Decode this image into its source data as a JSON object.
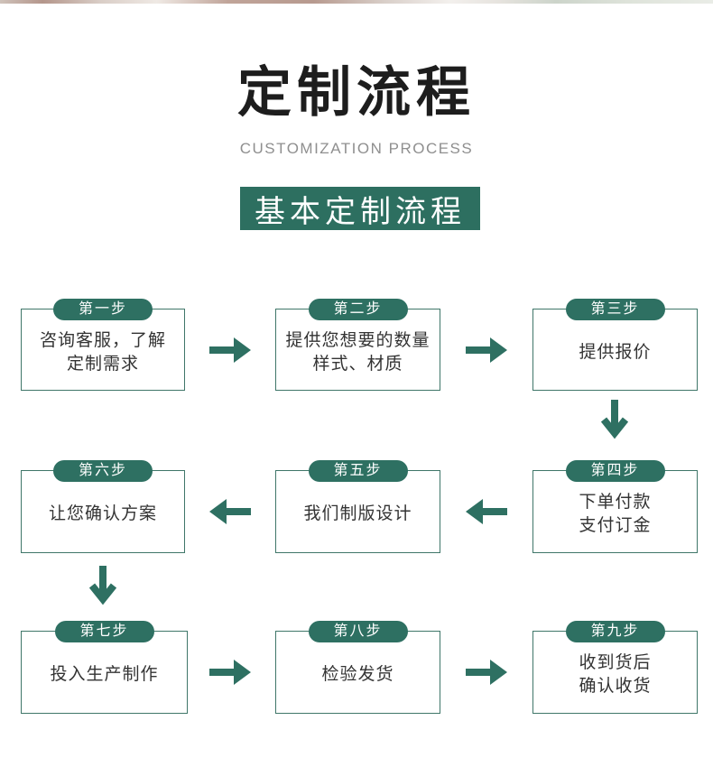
{
  "header": {
    "title": "定制流程",
    "subtitle": "CUSTOMIZATION PROCESS",
    "banner": "基本定制流程"
  },
  "colors": {
    "teal": "#2e7062",
    "box_border": "#3f7669",
    "title_black": "#1d1d1d",
    "subtitle_gray": "#8f8f8f",
    "step_text": "#333333",
    "pill_text": "#ffffff"
  },
  "steps": [
    {
      "label": "第一步",
      "text": "咨询客服，了解\n定制需求"
    },
    {
      "label": "第二步",
      "text": "提供您想要的数量\n样式、材质"
    },
    {
      "label": "第三步",
      "text": "提供报价"
    },
    {
      "label": "第四步",
      "text": "下单付款\n支付订金"
    },
    {
      "label": "第五步",
      "text": "我们制版设计"
    },
    {
      "label": "第六步",
      "text": "让您确认方案"
    },
    {
      "label": "第七步",
      "text": "投入生产制作"
    },
    {
      "label": "第八步",
      "text": "检验发货"
    },
    {
      "label": "第九步",
      "text": "收到货后\n确认收货"
    }
  ],
  "flow_order": [
    "第一步",
    "第二步",
    "第三步",
    "第四步",
    "第五步",
    "第六步",
    "第七步",
    "第八步",
    "第九步"
  ]
}
